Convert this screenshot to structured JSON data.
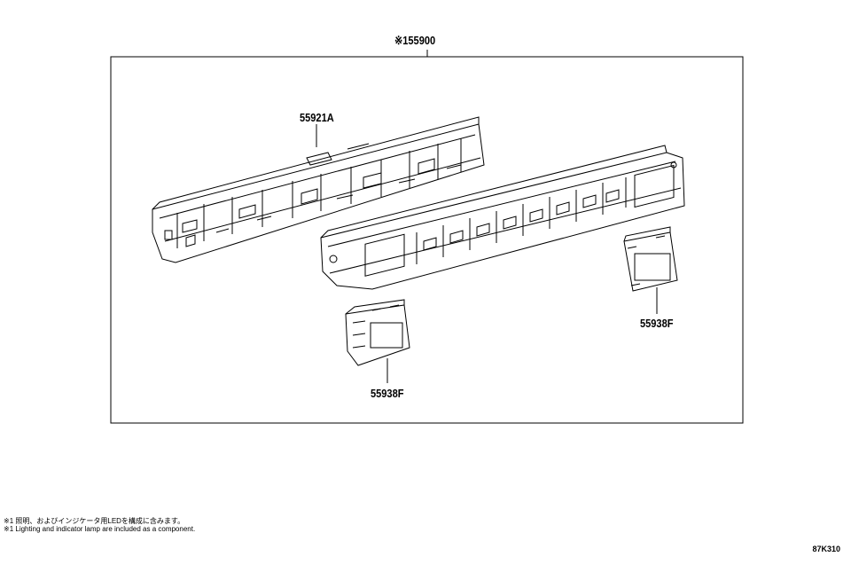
{
  "diagram": {
    "assembly_label": "※155900",
    "parts": [
      {
        "id": "bezel",
        "label": "55921A"
      },
      {
        "id": "switch-left",
        "label": "55938F"
      },
      {
        "id": "switch-right",
        "label": "55938F"
      }
    ]
  },
  "notes": {
    "jp": "※1 照明、およびインジケータ用LEDを構成に含みます。",
    "en": "※1 Lighting and indicator lamp are included as a component."
  },
  "figure_code": "87K310"
}
